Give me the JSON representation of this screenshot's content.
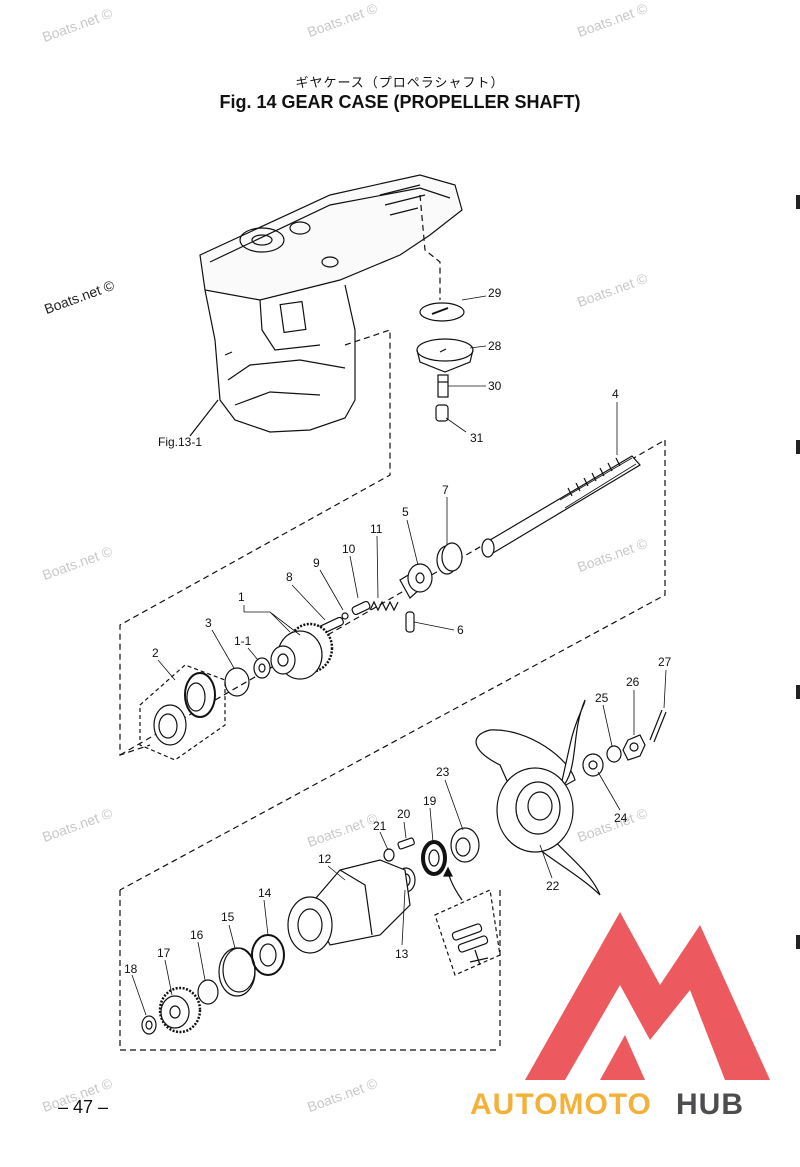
{
  "header": {
    "subtitle": "ギヤケース（プロペラシャフト）",
    "title": "Fig. 14    GEAR CASE   (PROPELLER SHAFT)"
  },
  "page_number": "– 47 –",
  "watermark": "Boats.net ©",
  "reference": "Fig.13-1",
  "parts": [
    "1",
    "1-1",
    "2",
    "3",
    "4",
    "5",
    "6",
    "7",
    "8",
    "9",
    "10",
    "11",
    "12",
    "13",
    "14",
    "15",
    "16",
    "17",
    "18",
    "19",
    "20",
    "21",
    "22",
    "23",
    "24",
    "25",
    "26",
    "27",
    "28",
    "29",
    "30",
    "31"
  ],
  "logo": {
    "part1": "AUTOMOTO",
    "part2": "HUB",
    "color1": "#f4b13a",
    "color2": "#4d4d4f",
    "triangle": "#e8343b"
  }
}
